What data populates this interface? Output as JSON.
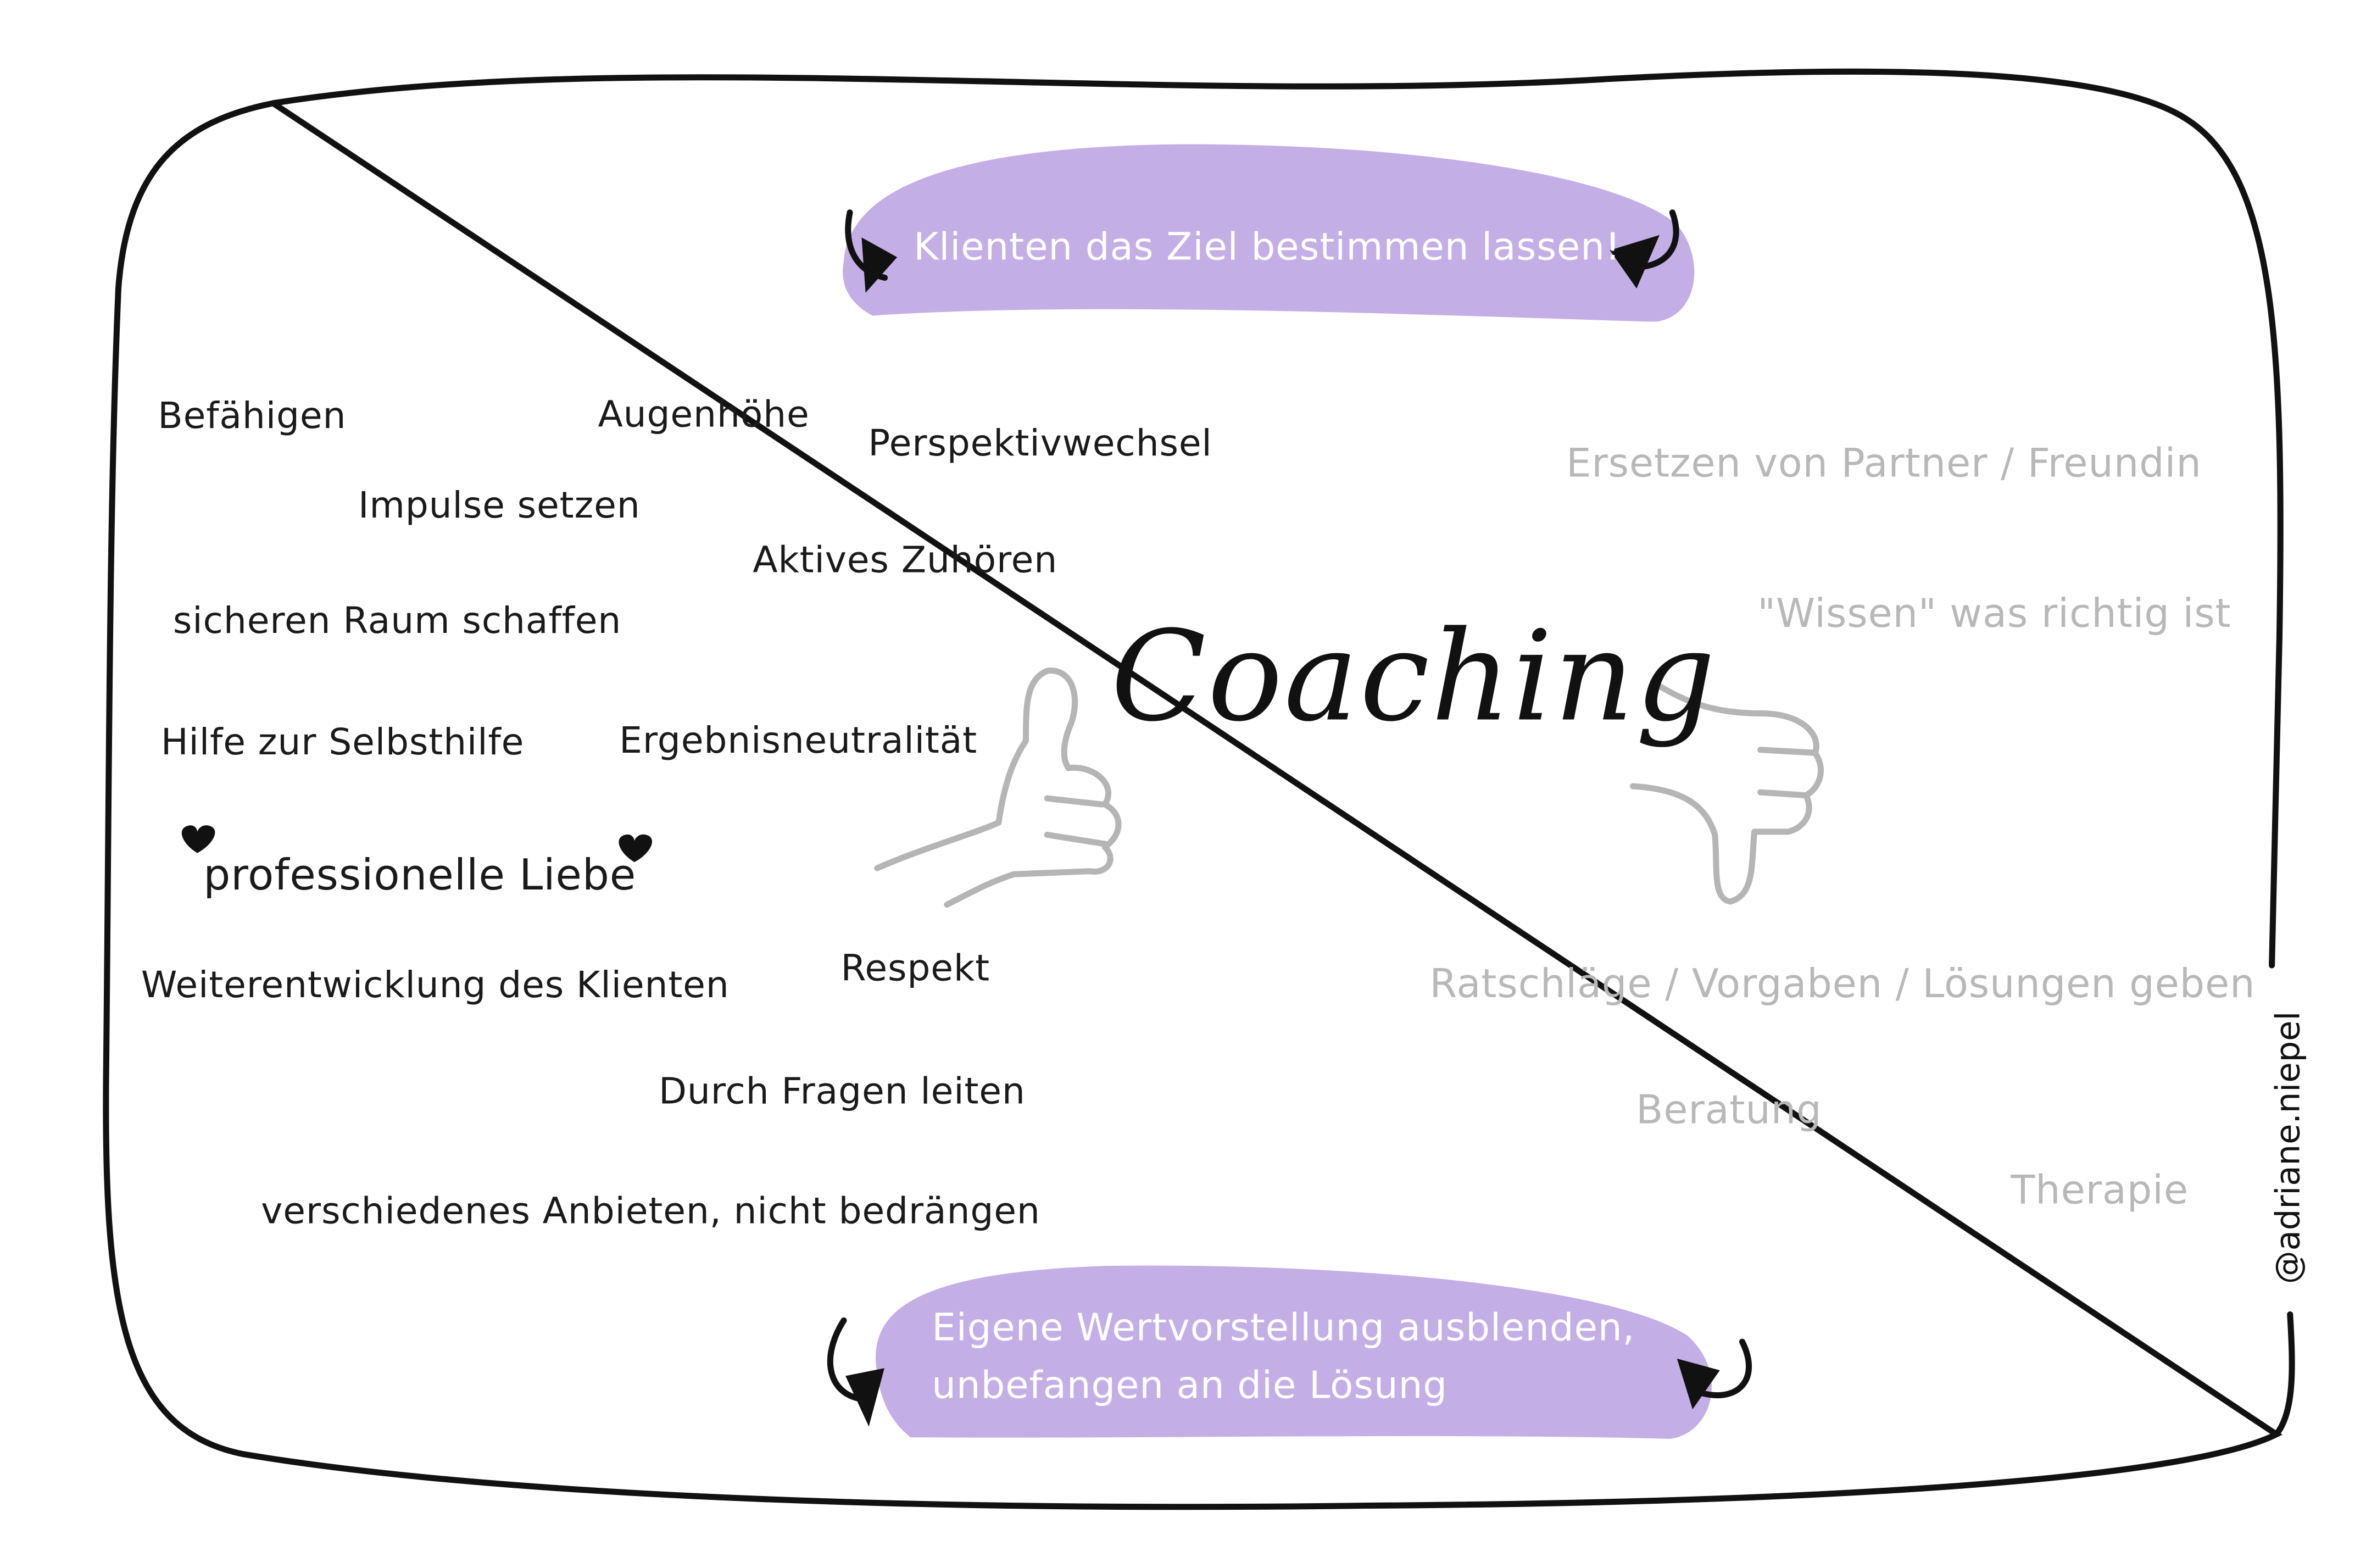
{
  "title": "Coaching",
  "banner_top": "Klienten das Ziel bestimmen lassen!",
  "banner_bottom": {
    "line1": "Eigene Wertvorstellung ausblenden,",
    "line2": "unbefangen an die Lösung"
  },
  "positives": [
    "Befähigen",
    "Augenhöhe",
    "Perspektivwechsel",
    "Impulse setzen",
    "Aktives Zuhören",
    "sicheren Raum schaffen",
    "Hilfe zur Selbsthilfe",
    "Ergebnisneutralität",
    "professionelle Liebe",
    "Weiterentwicklung des Klienten",
    "Respekt",
    "Durch Fragen leiten",
    "verschiedenes Anbieten, nicht bedrängen"
  ],
  "negatives": [
    "Ersetzen von Partner / Freundin",
    "\"Wissen\" was richtig ist",
    "Ratschläge / Vorgaben / Lösungen geben",
    "Beratung",
    "Therapie"
  ],
  "signature": "@adriane.niepel",
  "colors": {
    "banner": "#c4aee6",
    "ink": "#111111",
    "negative_text": "#b8b8b8",
    "thumb_stroke": "#b5b5b5"
  },
  "icons": [
    "thumbs-up-icon",
    "thumbs-down-icon",
    "heart-icon",
    "curved-arrow-icon"
  ]
}
